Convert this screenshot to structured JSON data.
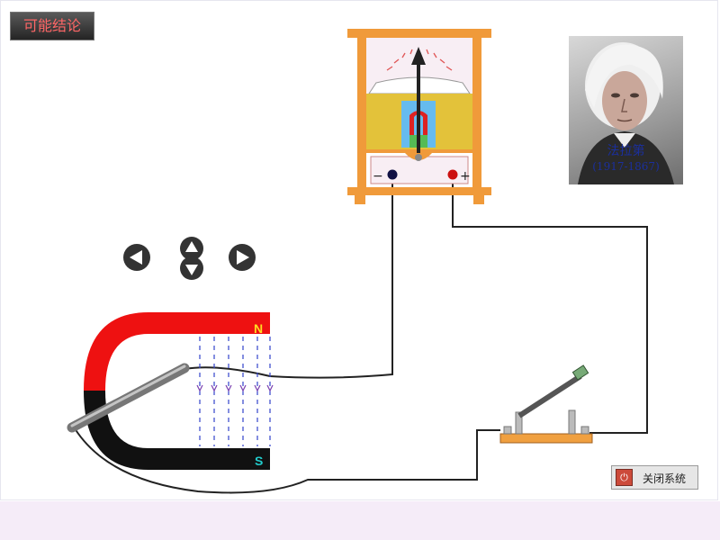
{
  "toolbar": {
    "conclusion_label": "可能结论"
  },
  "portrait": {
    "name": "法拉第",
    "years": "(1917-1867)"
  },
  "galvanometer": {
    "minus_label": "−",
    "plus_label": "+"
  },
  "magnet": {
    "north_label": "N",
    "south_label": "S"
  },
  "navigation": {
    "icons": [
      "left-arrow-icon",
      "up-down-arrow-icon",
      "right-arrow-icon"
    ]
  },
  "footer": {
    "close_label": "关闭系统",
    "close_icon": "power-icon"
  },
  "colors": {
    "magnet_north": "#ee1111",
    "magnet_south": "#111111",
    "meter_frame": "#f09a3a",
    "field_lines": "#3344cc"
  }
}
